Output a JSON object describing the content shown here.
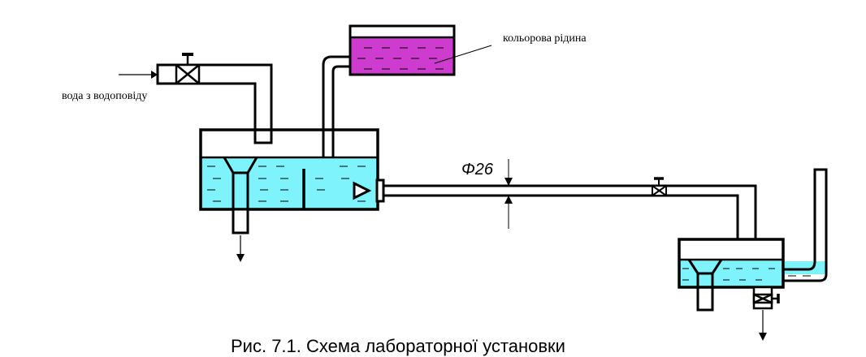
{
  "labels": {
    "water_source": "вода з водоповіду",
    "colored_liquid": "кольорова рідина",
    "diameter": "Φ26",
    "caption": "Рис. 7.1. Схема лабораторної установки"
  },
  "colors": {
    "water": "#7ff3fb",
    "dye": "#cd3bcf",
    "line": "#000000",
    "background": "#ffffff"
  }
}
